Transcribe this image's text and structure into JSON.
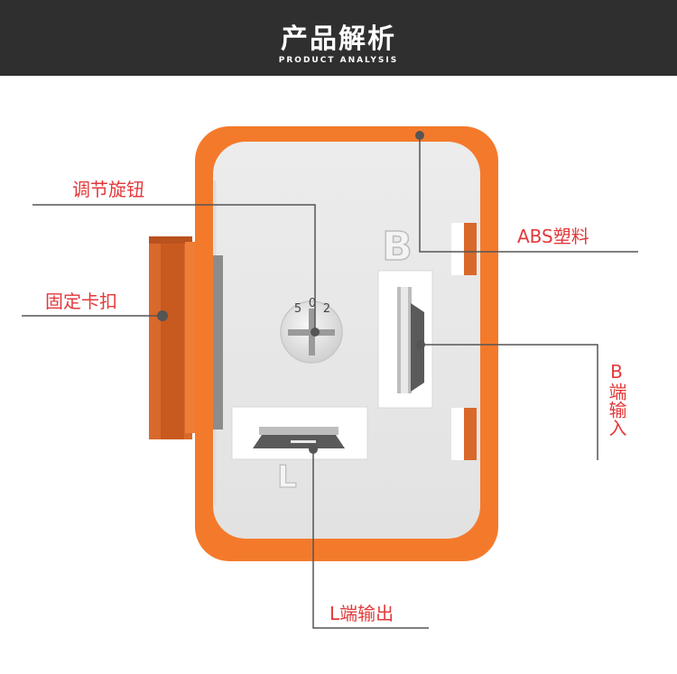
{
  "header": {
    "title": "产品解析",
    "subtitle": "PRODUCT ANALYSIS",
    "background": "#2f2f2f"
  },
  "device": {
    "body_color": "#f47a2b",
    "face_color": "#f0f0f0",
    "knob_numbers": {
      "left": "5",
      "center": "0",
      "right": "2"
    },
    "b_terminal_letter": "B",
    "l_terminal_letter": "L"
  },
  "callouts": {
    "knob": "调节旋钮",
    "clip": "固定卡扣",
    "abs": "ABS塑料",
    "b_input": "B端输入",
    "l_output": "L端输出"
  },
  "colors": {
    "label_text": "#e3393b",
    "leader_line": "#555555"
  }
}
